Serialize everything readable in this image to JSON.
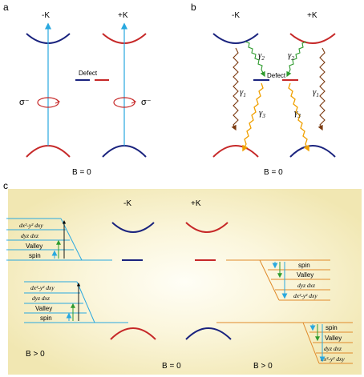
{
  "panel_a": {
    "letter": "a",
    "valley_left": "-K",
    "valley_right": "+K",
    "defect": "Defect",
    "sigma_left": "σ⁻",
    "sigma_right": "σ⁻",
    "field": "B = 0"
  },
  "panel_b": {
    "letter": "b",
    "valley_left": "-K",
    "valley_right": "+K",
    "defect": "Defect",
    "gamma1": "γ1",
    "gamma2": "γ2",
    "gamma3": "γ3",
    "field": "B = 0"
  },
  "panel_c": {
    "letter": "c",
    "valley_left": "-K",
    "valley_right": "+K",
    "field_left": "B > 0",
    "field_center": "B = 0",
    "field_right": "B > 0",
    "ladder": {
      "orbital": "dx²-y²  dxy",
      "dyz_dxz": "dyz  dxz",
      "valley": "Valley",
      "spin": "spin"
    }
  },
  "colors": {
    "blue": "#1a237e",
    "red": "#c62828",
    "cyan": "#29a8df",
    "green": "#2e9b2e",
    "orange": "#f0a000",
    "brown": "#7b3a10",
    "panel_bg": "#f7f1c8"
  }
}
